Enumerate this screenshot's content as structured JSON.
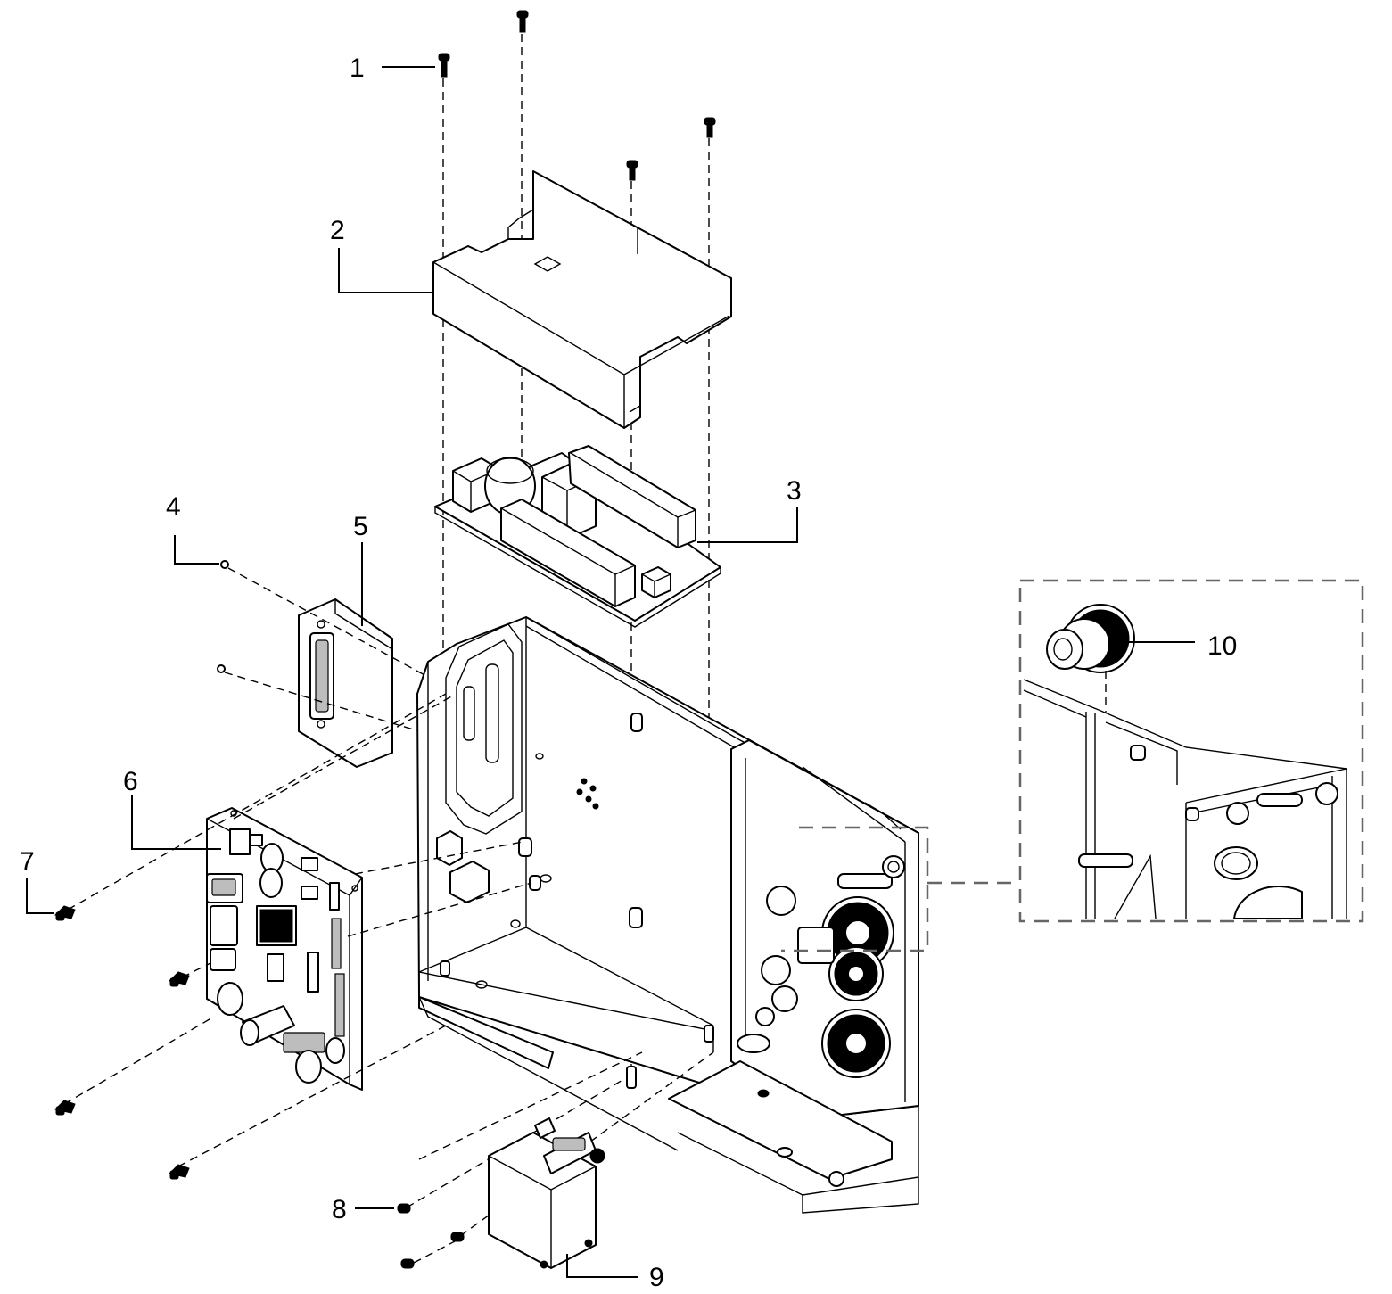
{
  "callouts": {
    "c1": "1",
    "c2": "2",
    "c3": "3",
    "c4": "4",
    "c5": "5",
    "c6": "6",
    "c7": "7",
    "c8": "8",
    "c9": "9",
    "c10": "10"
  },
  "colors": {
    "line": "#000000",
    "background": "#ffffff",
    "detail_frame": "#666666"
  }
}
